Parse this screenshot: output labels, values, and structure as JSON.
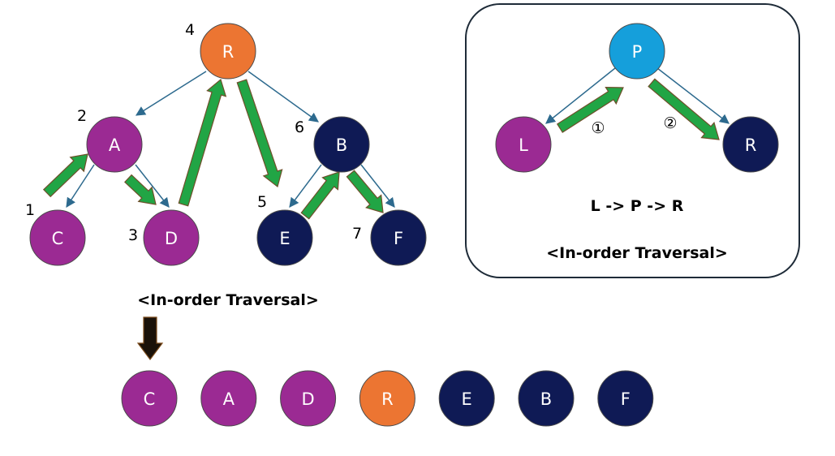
{
  "colors": {
    "purple": "#9b2a93",
    "navy": "#0f1a55",
    "orange": "#ec7532",
    "sky": "#159fdb",
    "edge": "#2d6a8e",
    "green": "#21a545",
    "green_stroke": "#6e4f2a"
  },
  "tree": {
    "nodes": {
      "R": {
        "label": "R",
        "order": "4"
      },
      "A": {
        "label": "A",
        "order": "2"
      },
      "B": {
        "label": "B",
        "order": "6"
      },
      "C": {
        "label": "C",
        "order": "1"
      },
      "D": {
        "label": "D",
        "order": "3"
      },
      "E": {
        "label": "E",
        "order": "5"
      },
      "F": {
        "label": "F",
        "order": "7"
      }
    },
    "caption": "<In-order Traversal>"
  },
  "rule_box": {
    "nodes": {
      "P": "P",
      "L": "L",
      "R": "R"
    },
    "step1": "①",
    "step2": "②",
    "sequence": "L -> P -> R",
    "caption": "<In-order Traversal>"
  },
  "result": {
    "items": [
      {
        "label": "C",
        "color": "purple"
      },
      {
        "label": "A",
        "color": "purple"
      },
      {
        "label": "D",
        "color": "purple"
      },
      {
        "label": "R",
        "color": "orange"
      },
      {
        "label": "E",
        "color": "navy"
      },
      {
        "label": "B",
        "color": "navy"
      },
      {
        "label": "F",
        "color": "navy"
      }
    ]
  }
}
